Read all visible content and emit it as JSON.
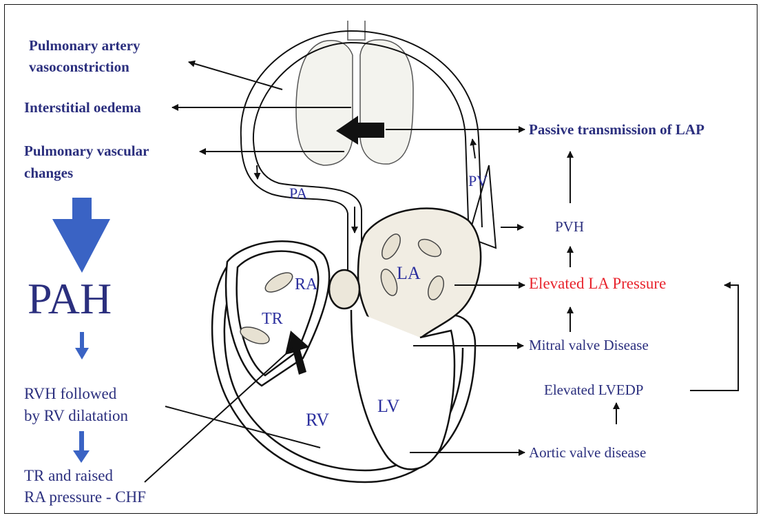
{
  "left_labels": {
    "pa_vasoconstriction": [
      "Pulmonary artery",
      "vasoconstriction"
    ],
    "interstitial": "Interstitial oedema",
    "vascular_changes": [
      "Pulmonary vascular",
      "changes"
    ],
    "pah": "PAH",
    "rvh": [
      "RVH followed",
      "by RV dilatation"
    ],
    "tr_raised": [
      "TR and raised",
      "RA pressure - CHF"
    ]
  },
  "right_labels": {
    "passive": "Passive transmission of LAP",
    "pvh": "PVH",
    "elevated_la": "Elevated LA Pressure",
    "mitral": "Mitral valve Disease",
    "lvedp": "Elevated LVEDP",
    "aortic": "Aortic valve disease"
  },
  "anatomy": {
    "pa": "PA",
    "pv": "PV",
    "la": "LA",
    "ra": "RA",
    "tr": "TR",
    "rv": "RV",
    "lv": "LV"
  },
  "colors": {
    "text": "#2b2f7e",
    "highlight": "#e8242d",
    "big_arrow": "#3a63c4",
    "line": "#111111"
  }
}
